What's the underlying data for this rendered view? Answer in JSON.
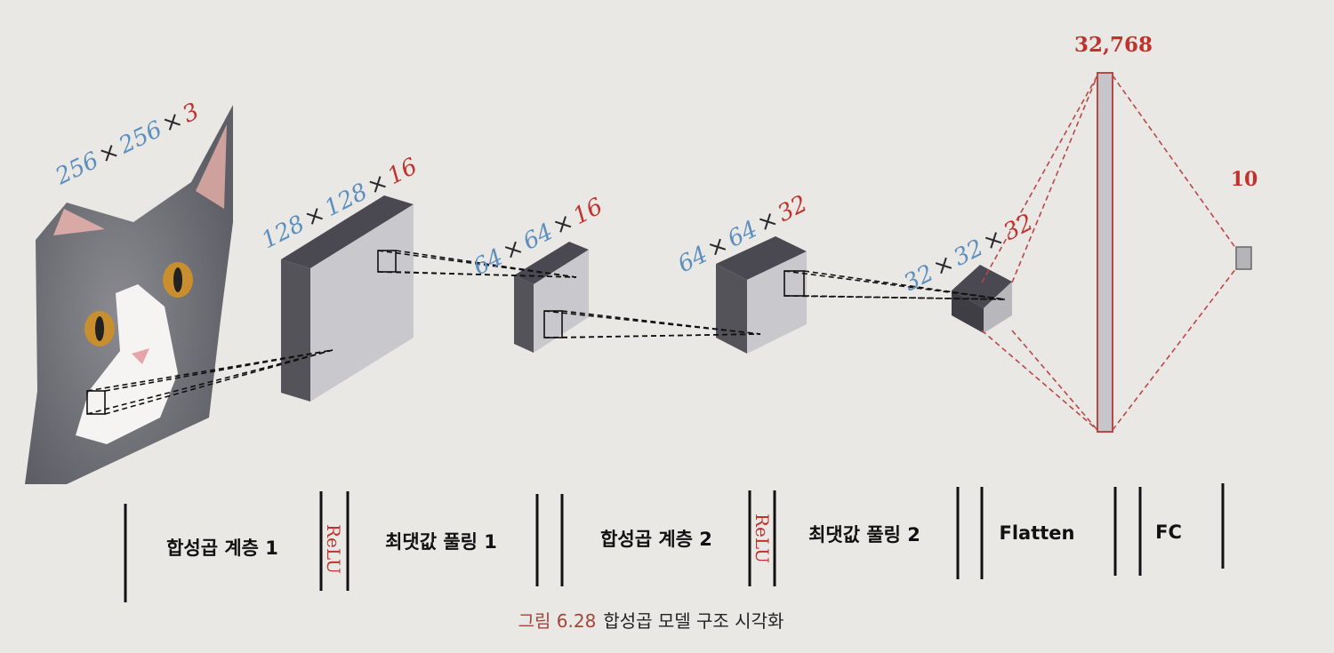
{
  "dimensions": {
    "input": {
      "a": "256",
      "b": "256",
      "c": "3"
    },
    "conv1": {
      "a": "128",
      "b": "128",
      "c": "16"
    },
    "pool1": {
      "a": "64",
      "b": "64",
      "c": "16"
    },
    "conv2": {
      "a": "64",
      "b": "64",
      "c": "32"
    },
    "pool2": {
      "a": "32",
      "b": "32",
      "c": "32"
    },
    "flatten": "32,768",
    "fc": "10",
    "times": "×"
  },
  "layers": {
    "conv1": "합성곱 계층 1",
    "relu1": "ReLU",
    "pool1": "최댓값 풀링 1",
    "conv2": "합성곱 계층 2",
    "relu2": "ReLU",
    "pool2": "최댓값 풀링 2",
    "flatten": "Flatten",
    "fc": "FC"
  },
  "caption": {
    "prefix": "그림 6.28",
    "title": "합성곱 모델 구조 시각화"
  },
  "colors": {
    "spatial": "#5b8fc0",
    "channels": "#c0322d",
    "fc_lines": "#b84848"
  },
  "icons": {
    "input_image": "cat-photo"
  }
}
